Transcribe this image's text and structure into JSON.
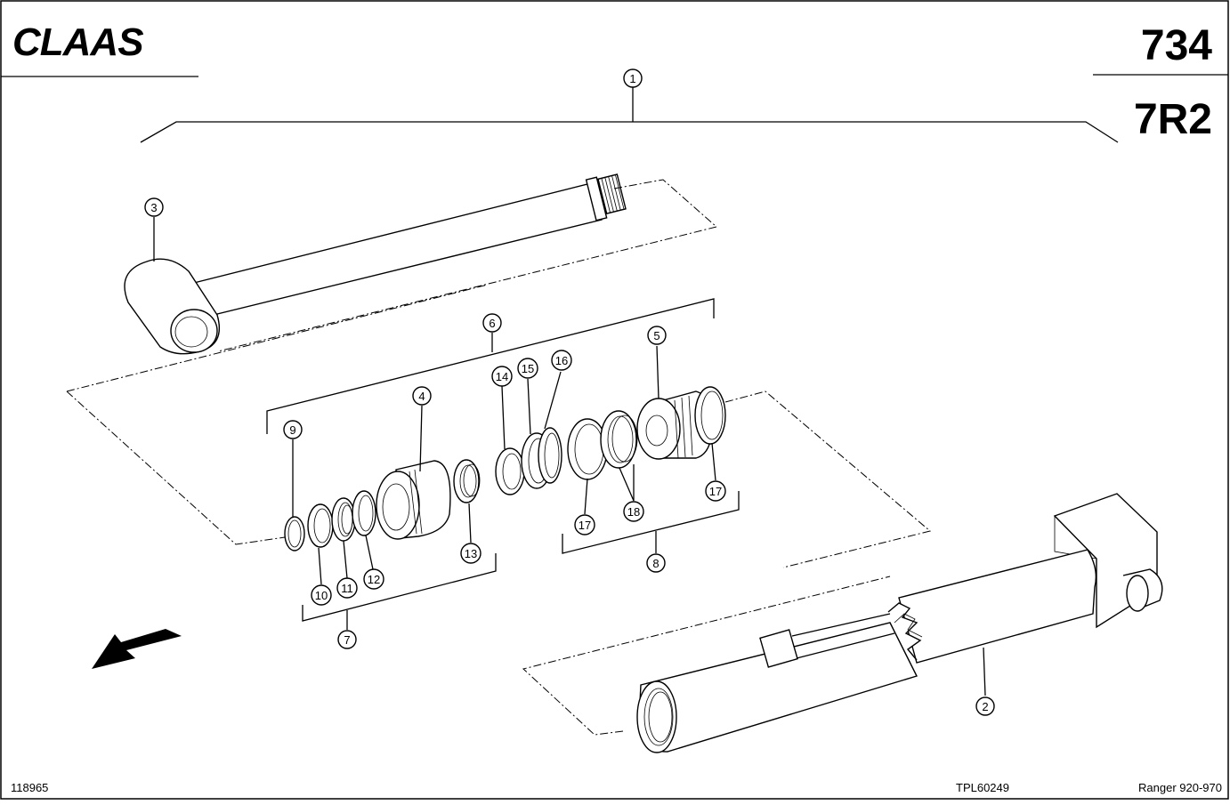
{
  "header": {
    "logo": "CLAAS",
    "page_number": "734",
    "group_code": "7R2"
  },
  "footer": {
    "doc_number": "118965",
    "drawing_ref": "TPL60249",
    "model": "Ranger 920-970"
  },
  "callouts": [
    "1",
    "2",
    "3",
    "4",
    "5",
    "6",
    "7",
    "8",
    "9",
    "10",
    "11",
    "12",
    "13",
    "14",
    "15",
    "16",
    "17",
    "17",
    "18"
  ],
  "icons": {
    "direction_arrow": "arrow-down-left-icon"
  }
}
